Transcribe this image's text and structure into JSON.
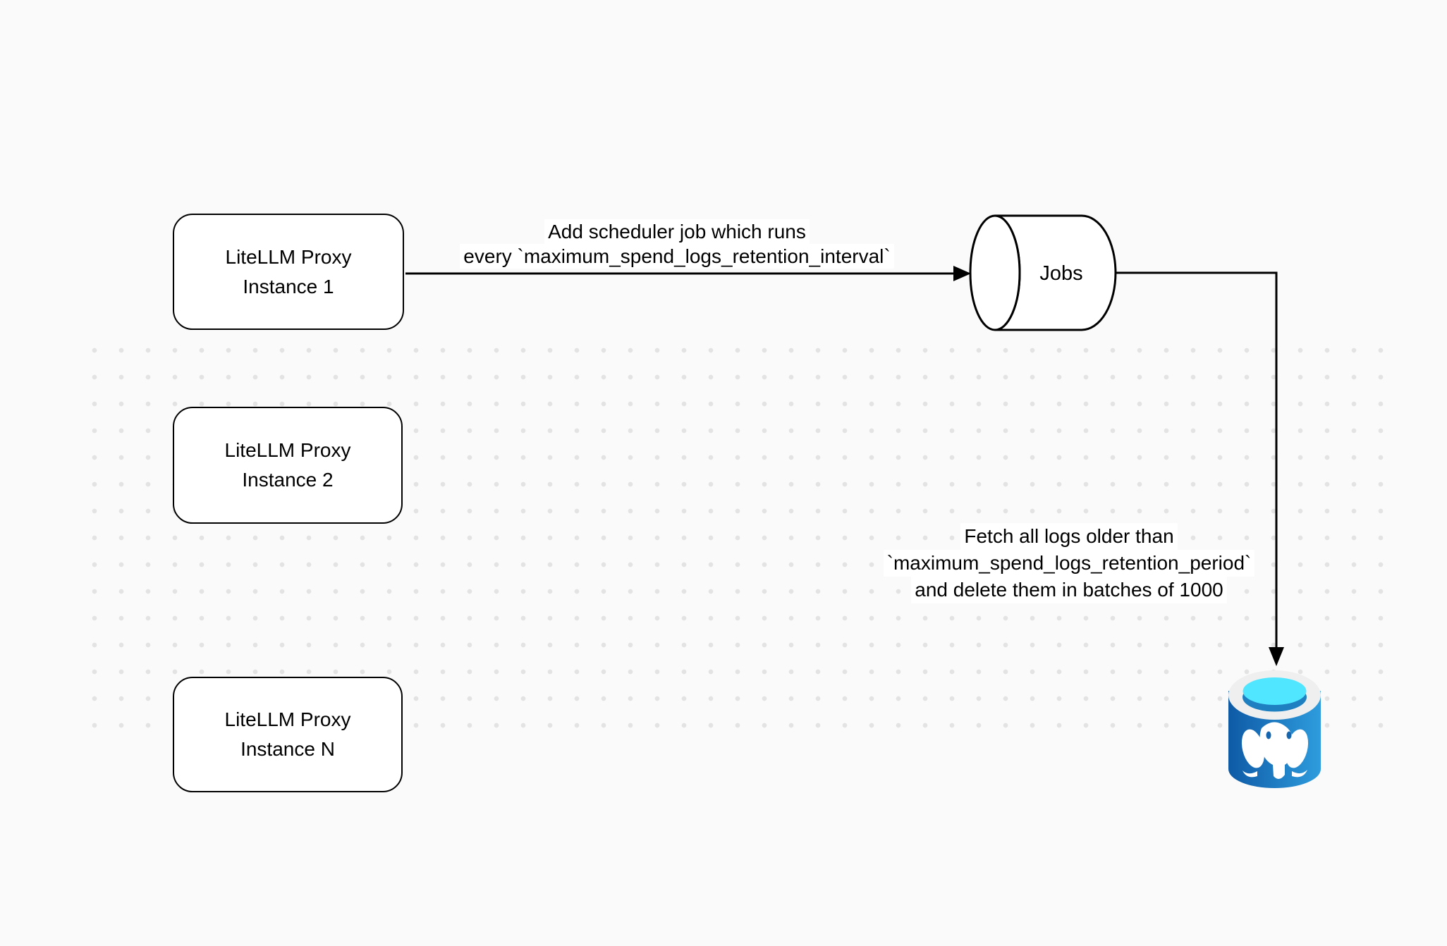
{
  "canvas": {
    "background_color": "#FAFAFA",
    "dot_color": "#E3E3E3",
    "stroke_color": "#000000",
    "node_fill_color": "#FFFFFF"
  },
  "nodes": {
    "proxy_instance_1": {
      "line1": "LiteLLM Proxy",
      "line2": "Instance 1"
    },
    "proxy_instance_2": {
      "line1": "LiteLLM Proxy",
      "line2": "Instance 2"
    },
    "proxy_instance_n": {
      "line1": "LiteLLM Proxy",
      "line2": "Instance N"
    },
    "jobs_queue": {
      "label": "Jobs"
    },
    "postgres_db": {
      "icon": "postgresql-database-icon"
    }
  },
  "edges": {
    "scheduler": {
      "line1": "Add scheduler job which runs",
      "line2": "every `maximum_spend_logs_retention_interval`"
    },
    "cleanup": {
      "line1": "Fetch all logs older than",
      "line2": "`maximum_spend_logs_retention_period`",
      "line3": "and delete them in batches of 1000"
    }
  },
  "colors": {
    "db_body_left": "#0E5AA5",
    "db_body_right": "#2E9CDE",
    "db_ring": "#EFEFEF",
    "db_top_inner": "#50E6FF",
    "db_top_shadow": "#1E80C0",
    "elephant": "#FFFFFF",
    "elephant_detail": "#1566AE"
  }
}
